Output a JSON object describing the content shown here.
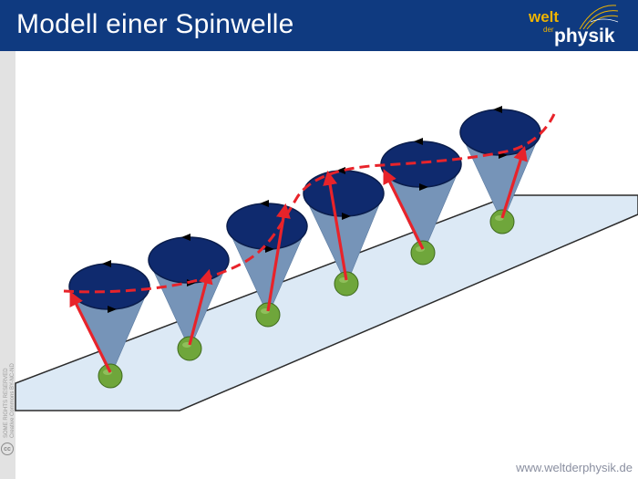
{
  "header": {
    "title": "Modell einer Spinwelle"
  },
  "logo": {
    "line1": "welt",
    "line2": "der",
    "line3": "physik"
  },
  "sidebar": {
    "license_line1": "SOME RIGHTS RESERVED",
    "license_line2": "Creative Commons BY-NC-ND",
    "cc_glyph": "cc"
  },
  "footer": {
    "url": "www.weltderphysik.de"
  },
  "colors": {
    "header_bg": "#0f3a80",
    "plane_fill": "#dce9f5",
    "cone_fill": "#7694b8",
    "disc_fill": "#0f2a6e",
    "atom_fill": "#6fa63b",
    "arrow_red": "#e8232a",
    "logo_yellow": "#f0b400"
  },
  "icons": {
    "license": "creative-commons-icon",
    "rotation": "rotation-arrow-icon"
  }
}
